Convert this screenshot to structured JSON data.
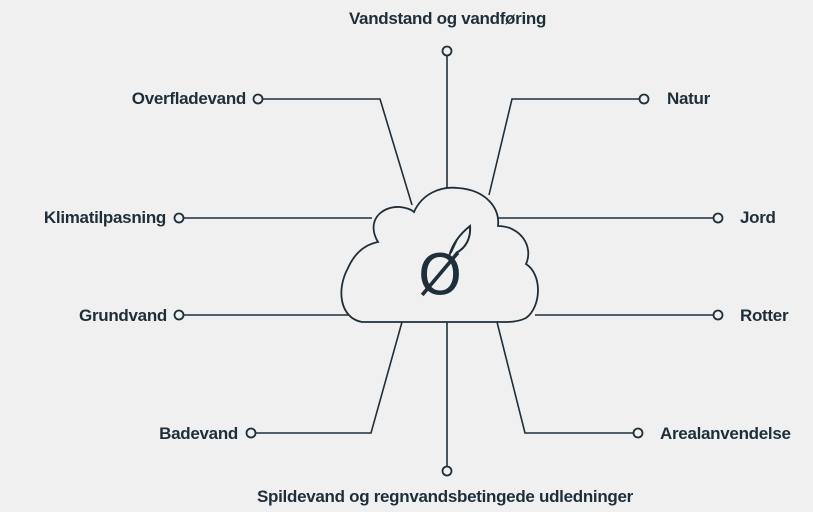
{
  "diagram": {
    "center": {
      "symbol": "Ø",
      "icon": "cloud-leaf-logo-icon"
    },
    "topics": {
      "top": "Vandstand og vandføring",
      "overfladevand": "Overfladevand",
      "natur": "Natur",
      "klimatilpasning": "Klimatilpasning",
      "jord": "Jord",
      "grundvand": "Grundvand",
      "rotter": "Rotter",
      "badevand": "Badevand",
      "arealanvendelse": "Arealanvendelse",
      "bottom": "Spildevand og regnvandsbetingede udledninger"
    },
    "colors": {
      "background": "#f0f0f0",
      "ink": "#1f2f3a"
    }
  }
}
